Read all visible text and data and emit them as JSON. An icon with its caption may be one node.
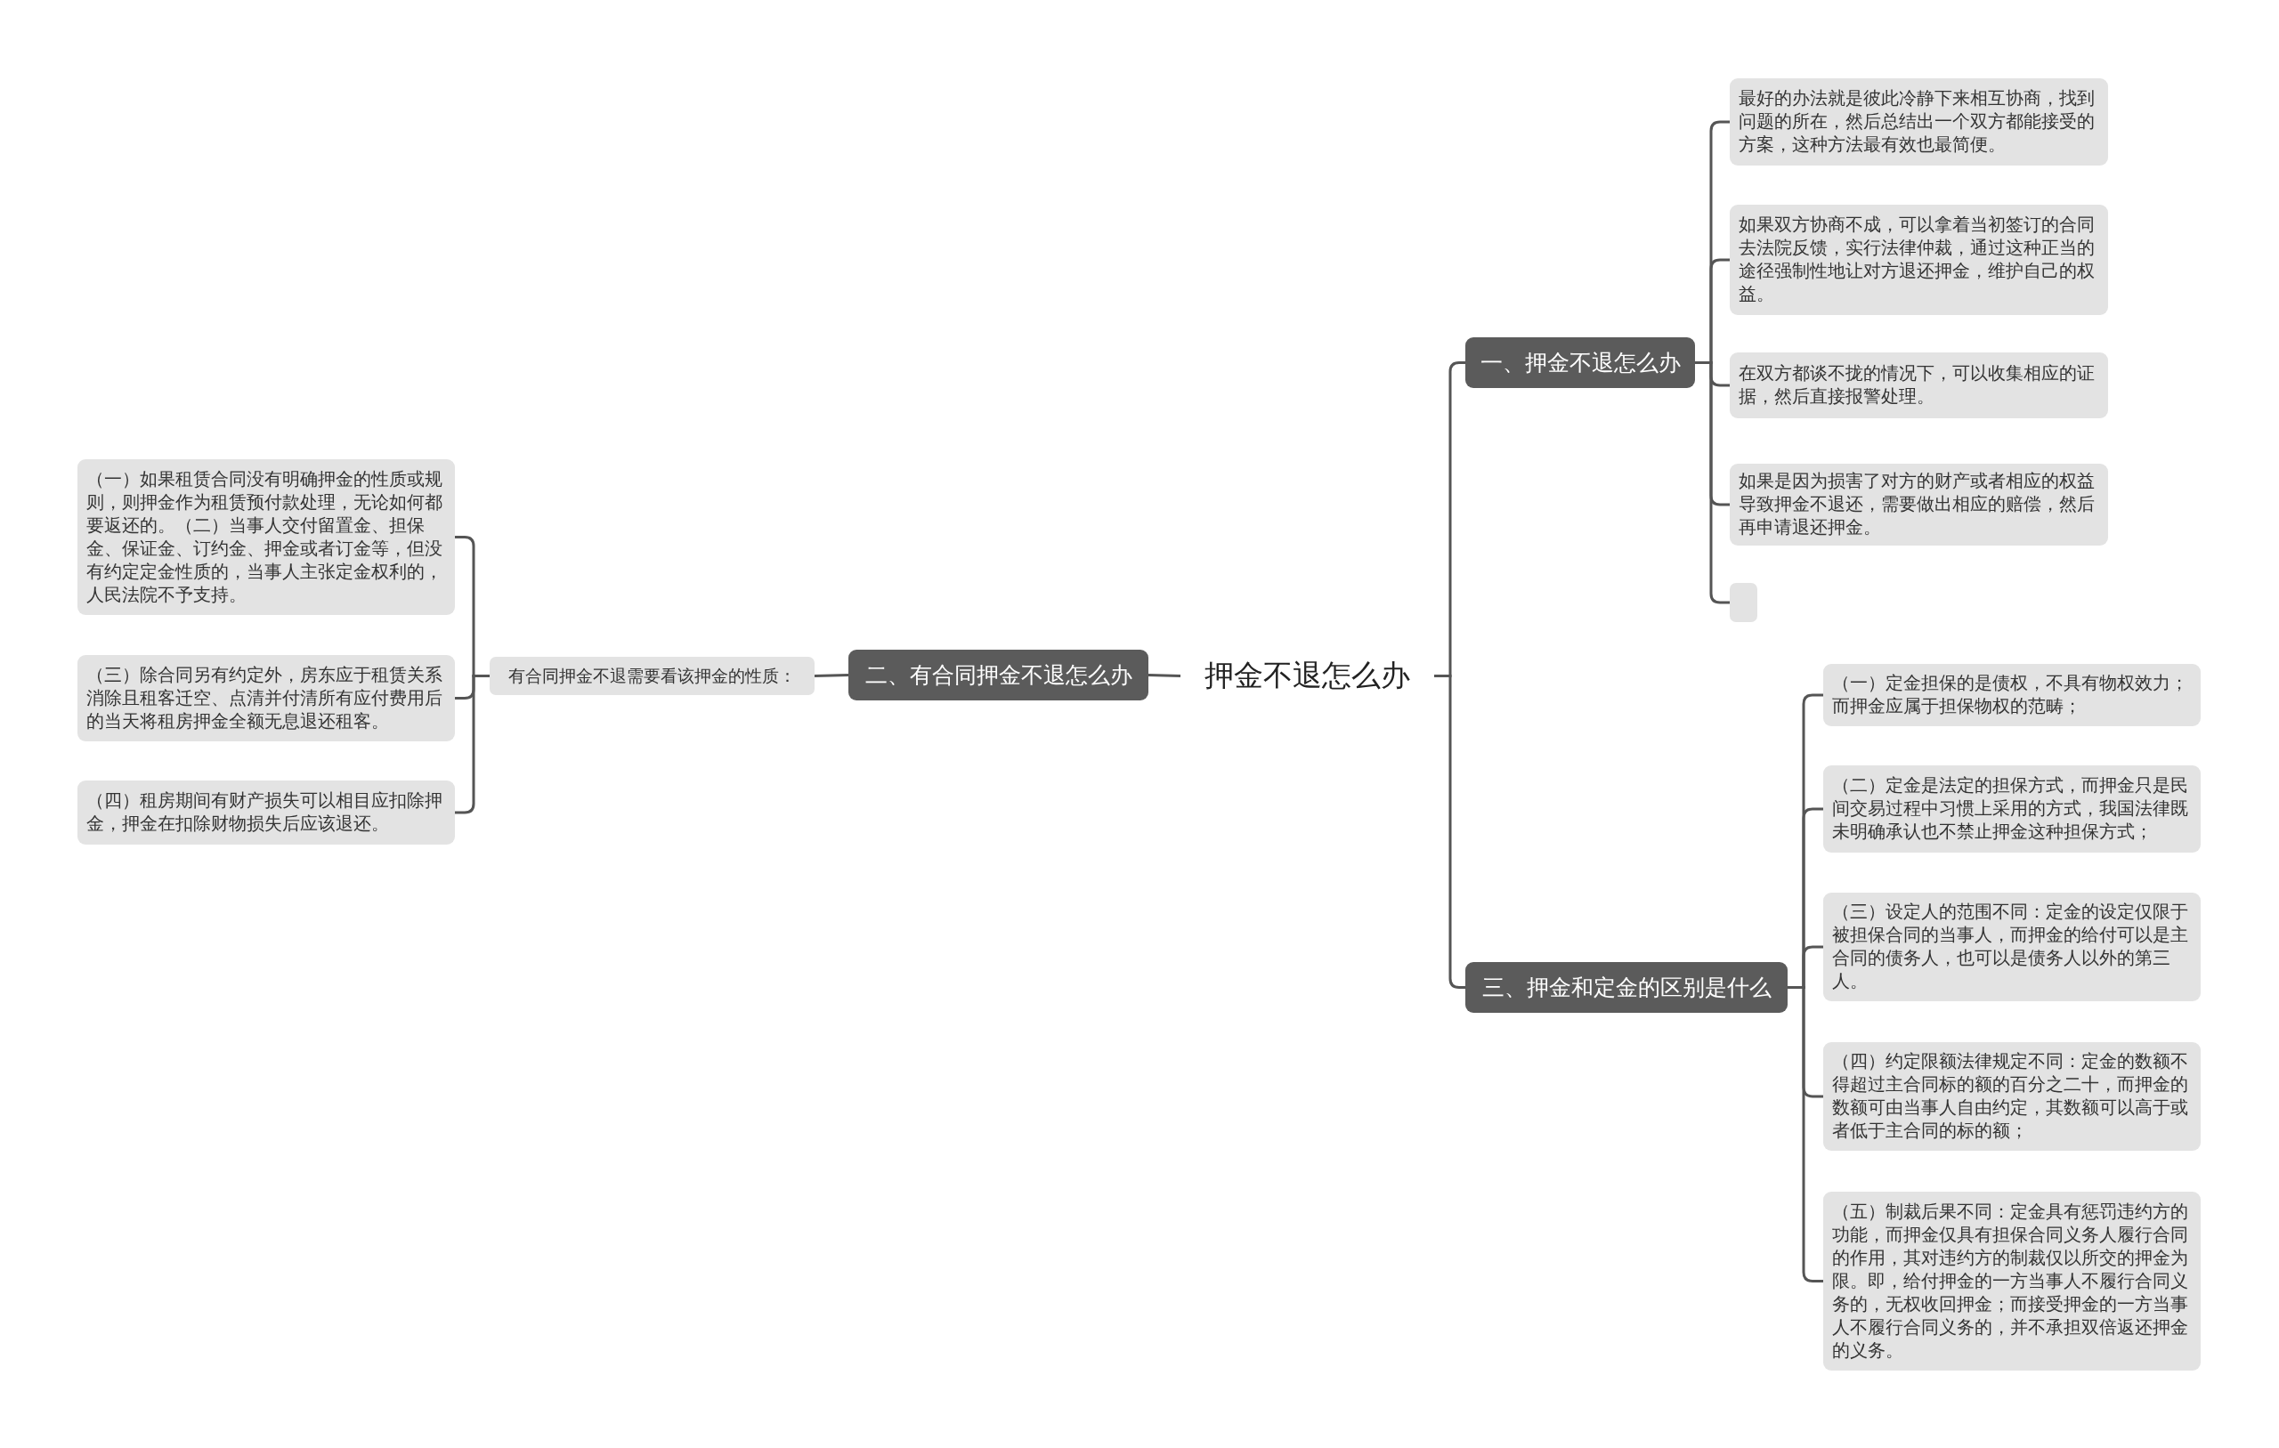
{
  "diagram": {
    "nodes": [
      {
        "text": [
          "押金不退怎么办"
        ]
      },
      {
        "text": [
          "一、押金不退怎么办"
        ]
      },
      {
        "text": [
          "最好的办法就是彼此冷静下来相互协商，找到问题的所在，然后总结出一个双方都能接受的方案，这种方法最有效也最简便。"
        ]
      },
      {
        "text": [
          "如果双方协商不成，可以拿着当初签订的合同去法院反馈，实行法律仲裁，通过这种正当的途径强制性地让对方退还押金，维护自己的权益。"
        ]
      },
      {
        "text": [
          "在双方都谈不拢的情况下，可以收集相应的证据，然后直接报警处理。"
        ]
      },
      {
        "text": [
          "如果是因为损害了对方的财产或者相应的权益导致押金不退还，需要做出相应的赔偿，然后再申请退还押金。"
        ]
      },
      {
        "text": [],
        "shape": "box"
      },
      {
        "text": [
          "二、有合同押金不退怎么办"
        ]
      },
      {
        "text": [
          "有合同押金不退需要看该押金的性质："
        ]
      },
      {
        "text": [
          "（一）如果租赁合同没有明确押金的性质或规则，则押金作为租赁预付款处理，无论如何都要返还的。（二）当事人交付留置金、担保金、保证金、订约金、押金或者订金等，但没有约定定金性质的，当事人主张定金权利的，人民法院不予支持。"
        ]
      },
      {
        "text": [
          "（三）除合同另有约定外，房东应于租赁关系消除且租客迁空、点清并付清所有应付费用后的当天将租房押金全额无息退还租客。"
        ]
      },
      {
        "text": [
          "（四）租房期间有财产损失可以相目应扣除押金，押金在扣除财物损失后应该退还。"
        ]
      },
      {
        "text": [
          "三、押金和定金的区别是什么"
        ]
      },
      {
        "text": [
          "（一）定金担保的是债权，不具有物权效力；而押金应属于担保物权的范畴；"
        ]
      },
      {
        "text": [
          "（二）定金是法定的担保方式，而押金只是民间交易过程中习惯上采用的方式，我国法律既未明确承认也不禁止押金这种担保方式；"
        ]
      },
      {
        "text": [
          "（三）设定人的范围不同：定金的设定仅限于被担保合同的当事人，而押金的给付可以是主合同的债务人，也可以是债务人以外的第三人。"
        ]
      },
      {
        "text": [
          "（四）约定限额法律规定不同：定金的数额不得超过主合同标的额的百分之二十，而押金的数额可由当事人自由约定，其数额可以高于或者低于主合同的标的额；"
        ]
      },
      {
        "text": [
          "（五）制裁后果不同：定金具有惩罚违约方的功能，而押金仅具有担保合同义务人履行合同的作用，其对违约方的制裁仅以所交的押金为限。即，给付押金的一方当事人不履行合同义务的，无权收回押金；而接受押金的一方当事人不履行合同义务的，并不承担双倍返还押金的义务。"
        ]
      }
    ],
    "edges": [
      {
        "from": 0,
        "to": 1,
        "arrow": "none"
      },
      {
        "from": 1,
        "to": 2,
        "arrow": "none"
      },
      {
        "from": 1,
        "to": 3,
        "arrow": "none"
      },
      {
        "from": 1,
        "to": 4,
        "arrow": "none"
      },
      {
        "from": 1,
        "to": 5,
        "arrow": "none"
      },
      {
        "from": 1,
        "to": 6,
        "arrow": "none"
      },
      {
        "from": 0,
        "to": 7,
        "arrow": "none"
      },
      {
        "from": 7,
        "to": 8,
        "arrow": "none"
      },
      {
        "from": 8,
        "to": 9,
        "arrow": "none"
      },
      {
        "from": 8,
        "to": 10,
        "arrow": "none"
      },
      {
        "from": 8,
        "to": 11,
        "arrow": "none"
      },
      {
        "from": 0,
        "to": 12,
        "arrow": "none"
      },
      {
        "from": 12,
        "to": 13,
        "arrow": "none"
      },
      {
        "from": 12,
        "to": 14,
        "arrow": "none"
      },
      {
        "from": 12,
        "to": 15,
        "arrow": "none"
      },
      {
        "from": 12,
        "to": 16,
        "arrow": "none"
      },
      {
        "from": 12,
        "to": 17,
        "arrow": "none"
      }
    ]
  }
}
